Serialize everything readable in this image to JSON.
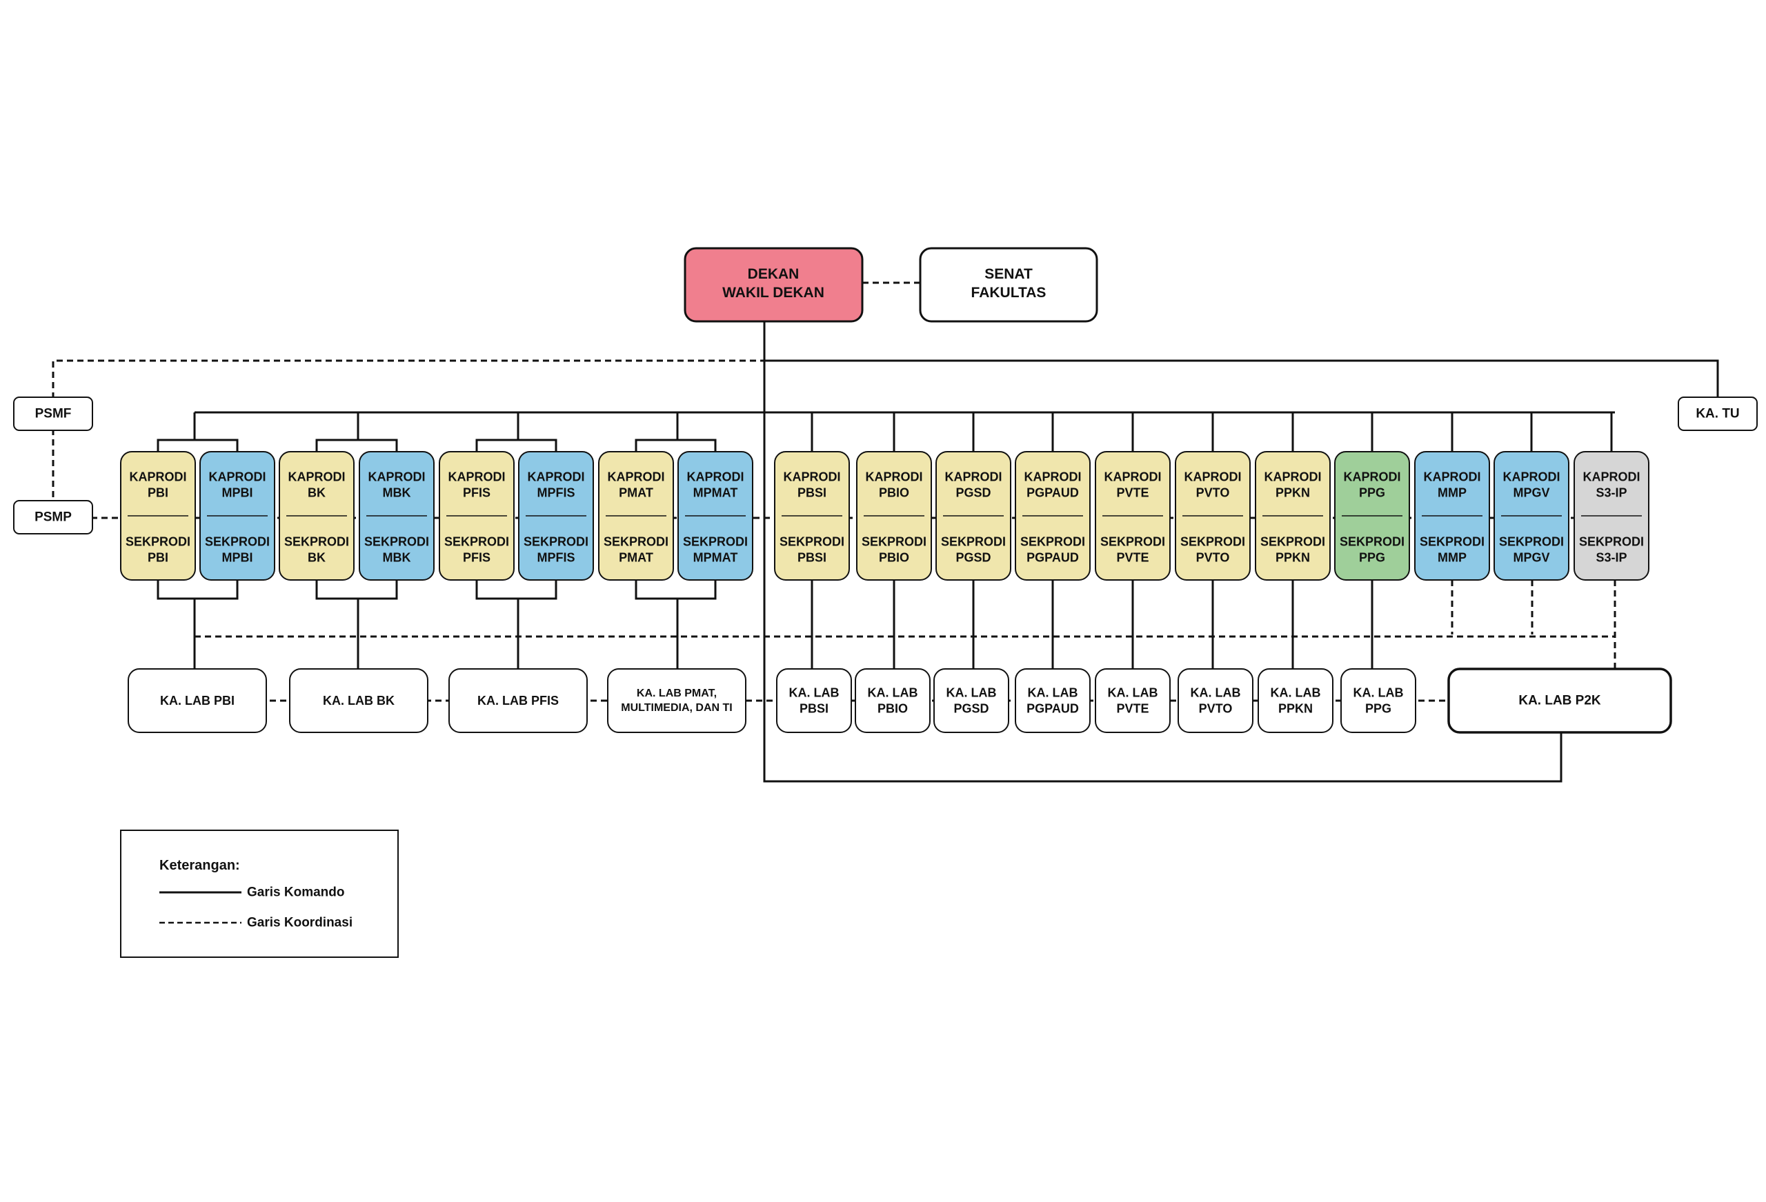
{
  "colors": {
    "yellow": "#f0e6ad",
    "blue": "#8ec9e6",
    "green": "#9fcf9a",
    "gray": "#d6d6d6",
    "pink": "#f07f8e",
    "white": "#ffffff",
    "line": "#111111"
  },
  "top": {
    "dekan": [
      "DEKAN",
      "WAKIL DEKAN"
    ],
    "senat": [
      "SENAT",
      "FAKULTAS"
    ]
  },
  "side": {
    "psmf": "PSMF",
    "psmp": "PSMP",
    "katu": "KA. TU"
  },
  "programs": [
    {
      "kaprodi": [
        "KAPRODI",
        "PBI"
      ],
      "sekprodi": [
        "SEKPRODI",
        "PBI"
      ],
      "color": "yellow"
    },
    {
      "kaprodi": [
        "KAPRODI",
        "MPBI"
      ],
      "sekprodi": [
        "SEKPRODI",
        "MPBI"
      ],
      "color": "blue"
    },
    {
      "kaprodi": [
        "KAPRODI",
        "BK"
      ],
      "sekprodi": [
        "SEKPRODI",
        "BK"
      ],
      "color": "yellow"
    },
    {
      "kaprodi": [
        "KAPRODI",
        "MBK"
      ],
      "sekprodi": [
        "SEKPRODI",
        "MBK"
      ],
      "color": "blue"
    },
    {
      "kaprodi": [
        "KAPRODI",
        "PFIS"
      ],
      "sekprodi": [
        "SEKPRODI",
        "PFIS"
      ],
      "color": "yellow"
    },
    {
      "kaprodi": [
        "KAPRODI",
        "MPFIS"
      ],
      "sekprodi": [
        "SEKPRODI",
        "MPFIS"
      ],
      "color": "blue"
    },
    {
      "kaprodi": [
        "KAPRODI",
        "PMAT"
      ],
      "sekprodi": [
        "SEKPRODI",
        "PMAT"
      ],
      "color": "yellow"
    },
    {
      "kaprodi": [
        "KAPRODI",
        "MPMAT"
      ],
      "sekprodi": [
        "SEKPRODI",
        "MPMAT"
      ],
      "color": "blue"
    },
    {
      "kaprodi": [
        "KAPRODI",
        "PBSI"
      ],
      "sekprodi": [
        "SEKPRODI",
        "PBSI"
      ],
      "color": "yellow"
    },
    {
      "kaprodi": [
        "KAPRODI",
        "PBIO"
      ],
      "sekprodi": [
        "SEKPRODI",
        "PBIO"
      ],
      "color": "yellow"
    },
    {
      "kaprodi": [
        "KAPRODI",
        "PGSD"
      ],
      "sekprodi": [
        "SEKPRODI",
        "PGSD"
      ],
      "color": "yellow"
    },
    {
      "kaprodi": [
        "KAPRODI",
        "PGPAUD"
      ],
      "sekprodi": [
        "SEKPRODI",
        "PGPAUD"
      ],
      "color": "yellow"
    },
    {
      "kaprodi": [
        "KAPRODI",
        "PVTE"
      ],
      "sekprodi": [
        "SEKPRODI",
        "PVTE"
      ],
      "color": "yellow"
    },
    {
      "kaprodi": [
        "KAPRODI",
        "PVTO"
      ],
      "sekprodi": [
        "SEKPRODI",
        "PVTO"
      ],
      "color": "yellow"
    },
    {
      "kaprodi": [
        "KAPRODI",
        "PPKN"
      ],
      "sekprodi": [
        "SEKPRODI",
        "PPKN"
      ],
      "color": "yellow"
    },
    {
      "kaprodi": [
        "KAPRODI",
        "PPG"
      ],
      "sekprodi": [
        "SEKPRODI",
        "PPG"
      ],
      "color": "green"
    },
    {
      "kaprodi": [
        "KAPRODI",
        "MMP"
      ],
      "sekprodi": [
        "SEKPRODI",
        "MMP"
      ],
      "color": "blue"
    },
    {
      "kaprodi": [
        "KAPRODI",
        "MPGV"
      ],
      "sekprodi": [
        "SEKPRODI",
        "MPGV"
      ],
      "color": "blue"
    },
    {
      "kaprodi": [
        "KAPRODI",
        "S3-IP"
      ],
      "sekprodi": [
        "SEKPRODI",
        "S3-IP"
      ],
      "color": "gray"
    }
  ],
  "labs": [
    [
      "KA. LAB PBI"
    ],
    [
      "KA. LAB BK"
    ],
    [
      "KA. LAB PFIS"
    ],
    [
      "KA. LAB PMAT,",
      "MULTIMEDIA, DAN TI"
    ],
    [
      "KA. LAB",
      "PBSI"
    ],
    [
      "KA. LAB",
      "PBIO"
    ],
    [
      "KA. LAB",
      "PGSD"
    ],
    [
      "KA. LAB",
      "PGPAUD"
    ],
    [
      "KA. LAB",
      "PVTE"
    ],
    [
      "KA. LAB",
      "PVTO"
    ],
    [
      "KA. LAB",
      "PPKN"
    ],
    [
      "KA. LAB",
      "PPG"
    ],
    [
      "KA. LAB P2K"
    ]
  ],
  "legend": {
    "title": "Keterangan:",
    "solid": "Garis Komando",
    "dashed": "Garis Koordinasi"
  }
}
